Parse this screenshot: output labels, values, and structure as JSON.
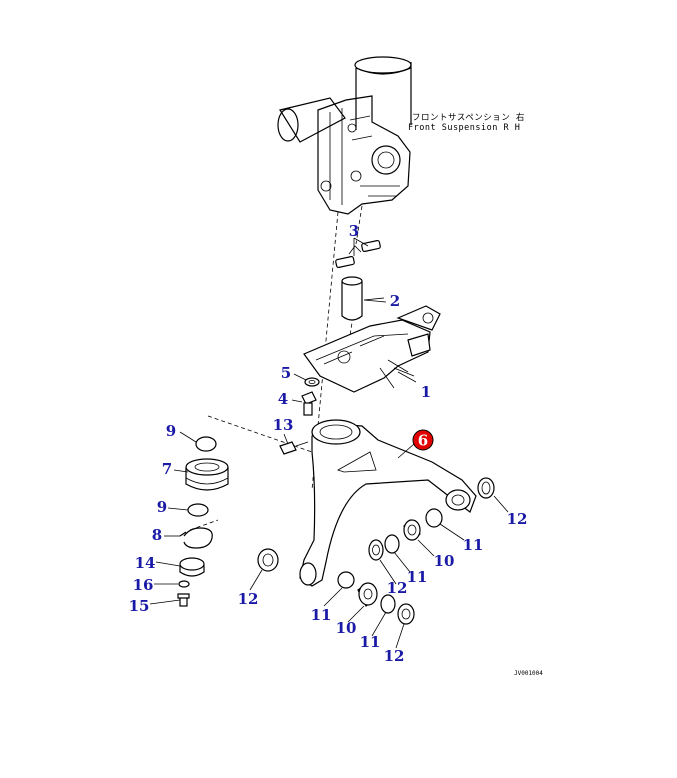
{
  "assembly_note": {
    "line1": "フロントサスペンション 右",
    "line2": "Front Suspension R H"
  },
  "drawing_code": "JV001004",
  "colors": {
    "label_blue": "#1a1aa6",
    "callout_red": "#e00000",
    "line": "#000000"
  },
  "parts": [
    {
      "id": "p1",
      "number": "1",
      "highlighted": false
    },
    {
      "id": "p2",
      "number": "2",
      "highlighted": false
    },
    {
      "id": "p3",
      "number": "3",
      "highlighted": false
    },
    {
      "id": "p4",
      "number": "4",
      "highlighted": false
    },
    {
      "id": "p5",
      "number": "5",
      "highlighted": false
    },
    {
      "id": "p6",
      "number": "6",
      "highlighted": true
    },
    {
      "id": "p7",
      "number": "7",
      "highlighted": false
    },
    {
      "id": "p8",
      "number": "8",
      "highlighted": false
    },
    {
      "id": "p9a",
      "number": "9",
      "highlighted": false
    },
    {
      "id": "p9b",
      "number": "9",
      "highlighted": false
    },
    {
      "id": "p10a",
      "number": "10",
      "highlighted": false
    },
    {
      "id": "p10b",
      "number": "10",
      "highlighted": false
    },
    {
      "id": "p11a",
      "number": "11",
      "highlighted": false
    },
    {
      "id": "p11b",
      "number": "11",
      "highlighted": false
    },
    {
      "id": "p11c",
      "number": "11",
      "highlighted": false
    },
    {
      "id": "p11d",
      "number": "11",
      "highlighted": false
    },
    {
      "id": "p12a",
      "number": "12",
      "highlighted": false
    },
    {
      "id": "p12b",
      "number": "12",
      "highlighted": false
    },
    {
      "id": "p12c",
      "number": "12",
      "highlighted": false
    },
    {
      "id": "p12d",
      "number": "12",
      "highlighted": false
    },
    {
      "id": "p13",
      "number": "13",
      "highlighted": false
    },
    {
      "id": "p14",
      "number": "14",
      "highlighted": false
    },
    {
      "id": "p15",
      "number": "15",
      "highlighted": false
    },
    {
      "id": "p16",
      "number": "16",
      "highlighted": false
    }
  ]
}
